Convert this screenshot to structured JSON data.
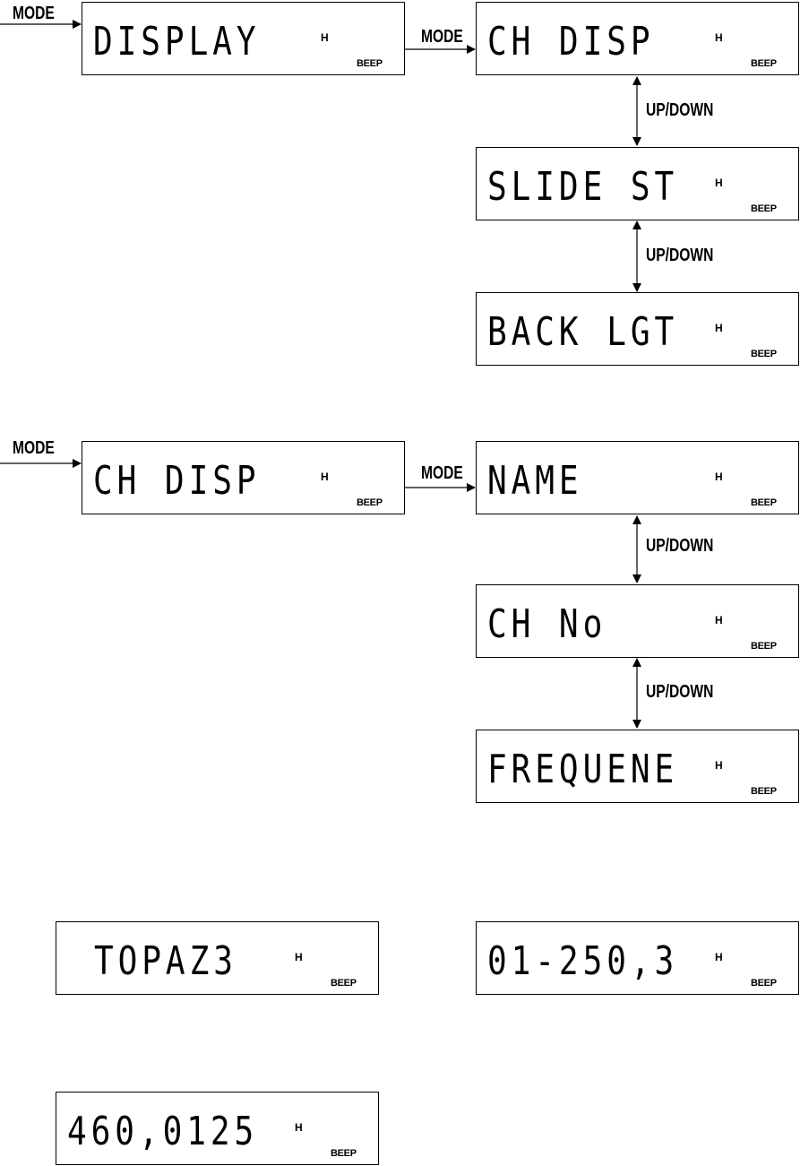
{
  "labels": {
    "mode": "MODE",
    "updown": "UP/DOWN"
  },
  "indicators": {
    "h": "H",
    "beep": "BEEP"
  },
  "displays": {
    "display": "DISPLAY",
    "ch_disp_1": "CH DISP",
    "slide_st": "SLIDE ST",
    "back_lgt": "BACK LGT",
    "ch_disp_2": "CH DISP",
    "name": "NAME",
    "ch_no": "CH No",
    "frequene": "FREQUENE",
    "topaz3": "TOPAZ3",
    "channel_example": "01-250,3",
    "frequency_example": "460,0125"
  }
}
